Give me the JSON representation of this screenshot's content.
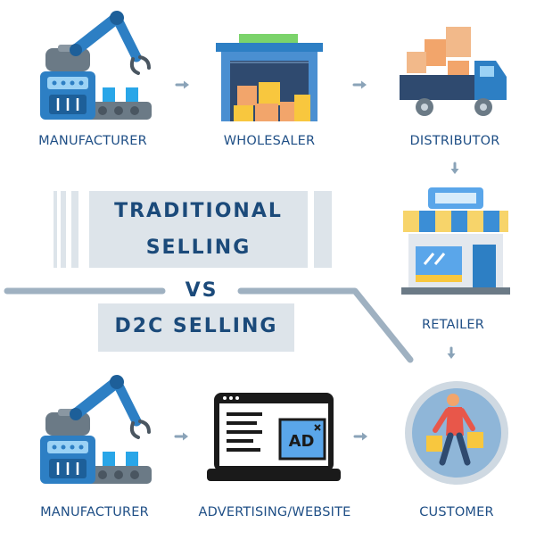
{
  "headings": {
    "traditional": "TRADITIONAL",
    "selling": "SELLING",
    "vs": "VS",
    "d2c": "D2C SELLING"
  },
  "traditional_chain": [
    {
      "label": "MANUFACTURER",
      "icon": "robot-arm-icon"
    },
    {
      "label": "WHOLESALER",
      "icon": "warehouse-icon"
    },
    {
      "label": "DISTRIBUTOR",
      "icon": "delivery-truck-icon"
    },
    {
      "label": "RETAILER",
      "icon": "store-icon"
    }
  ],
  "d2c_chain": [
    {
      "label": "MANUFACTURER",
      "icon": "robot-arm-icon"
    },
    {
      "label": "ADVERTISING/WEBSITE",
      "icon": "browser-ad-icon"
    },
    {
      "label": "CUSTOMER",
      "icon": "shopper-icon"
    }
  ],
  "ad_text": "AD",
  "colors": {
    "label_blue": "#1f4f86",
    "heading_blue": "#1b4a7a",
    "panel_gray": "#dde4ea",
    "connector_gray": "#9fb1c1",
    "arrow_gray": "#8aa3b8",
    "robot_blue": "#2d7fc4",
    "robot_gray": "#6b7a86",
    "box_orange": "#f2a56b",
    "box_yellow": "#f8c73e",
    "truck_navy": "#2f4a6f",
    "awning_blue": "#3b8ed6",
    "awning_yellow": "#f7d46a"
  }
}
